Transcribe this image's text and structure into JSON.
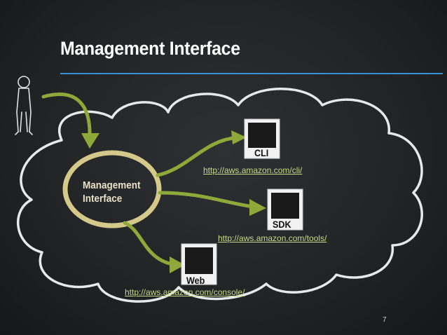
{
  "slide": {
    "title": "Management Interface",
    "page_number": "7"
  },
  "diagram": {
    "center_node": {
      "label_line1": "Management",
      "label_line2": "Interface"
    },
    "targets": [
      {
        "label": "CLI",
        "url": "http://aws.amazon.com/cli/"
      },
      {
        "label": "SDK",
        "url": "http://aws.amazon.com/tools/"
      },
      {
        "label": "Web",
        "url": "http://aws.amazon.com/console/"
      }
    ]
  },
  "colors": {
    "accent_line": "#3b8fd4",
    "arrow": "#8fa83a",
    "ring": "#d4c98a",
    "cloud_stroke": "#e8e8e8",
    "url_text": "#c9d88a"
  },
  "icons": [
    "person-icon",
    "cloud-icon",
    "document-icon"
  ]
}
